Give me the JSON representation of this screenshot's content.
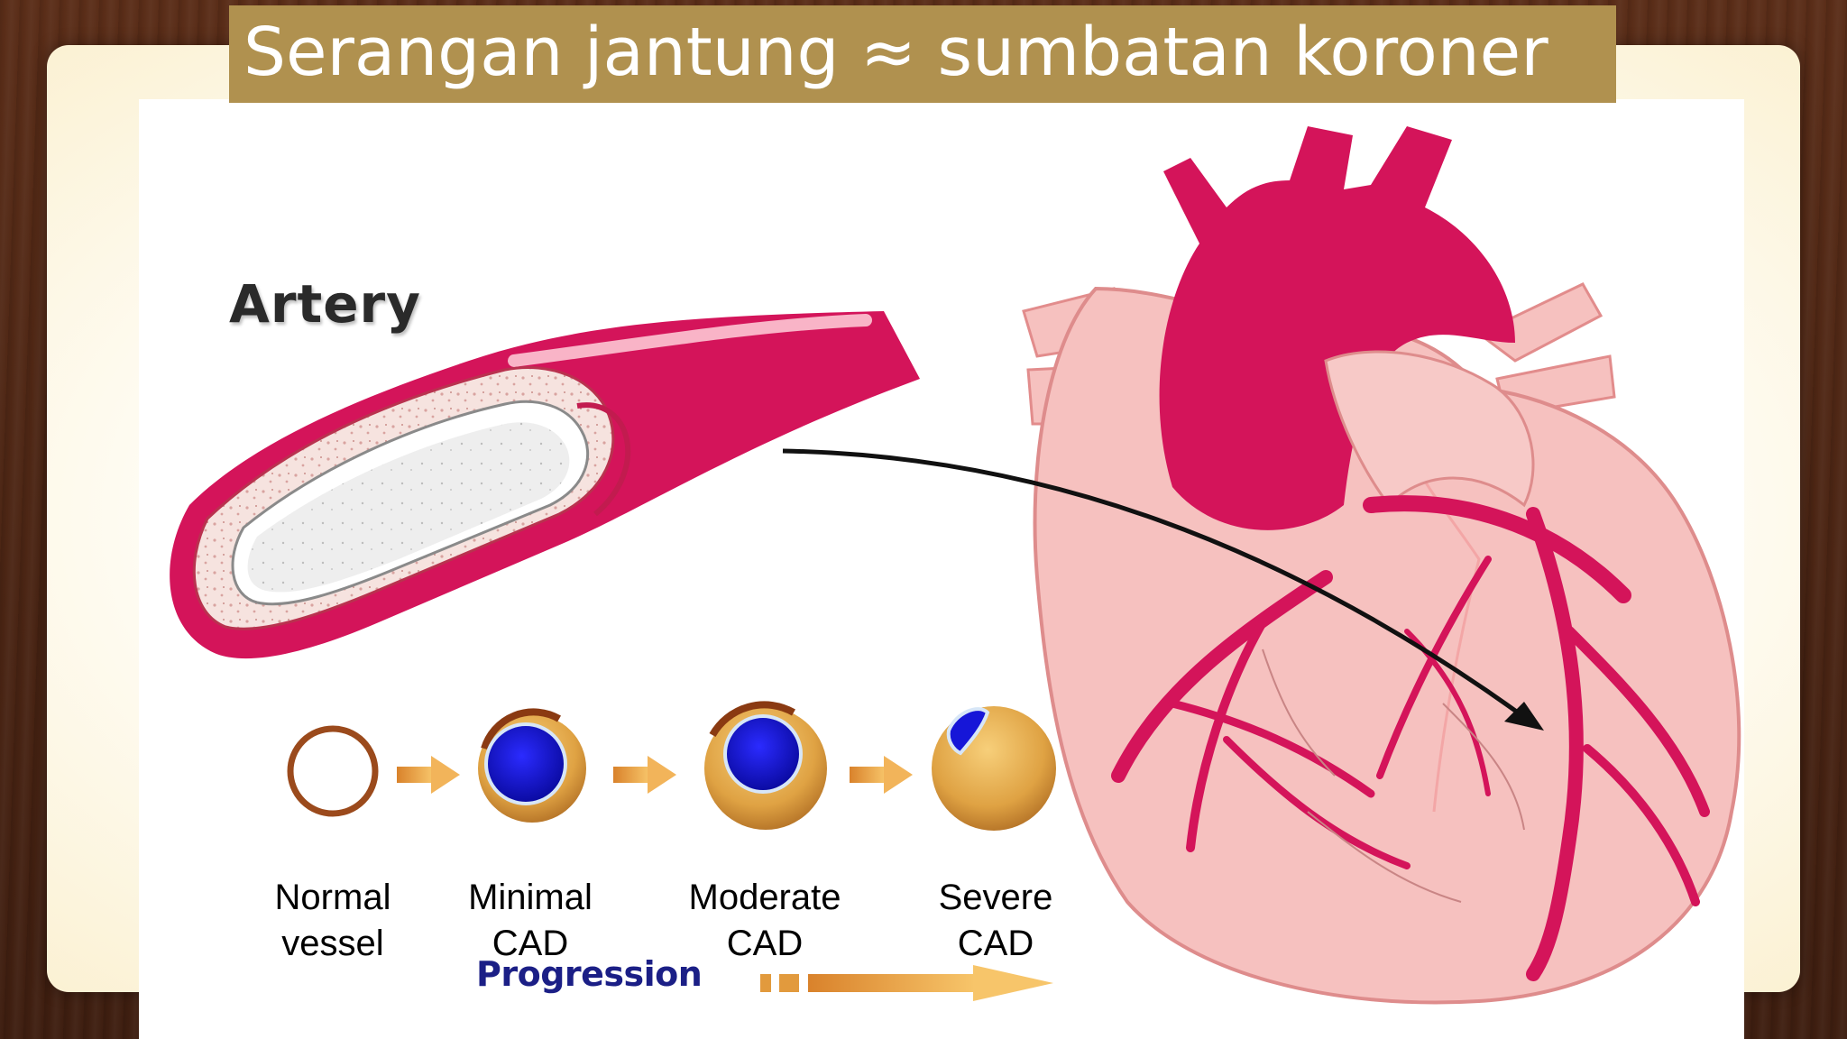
{
  "slide": {
    "title": "Serangan jantung ≈ sumbatan koroner"
  },
  "diagram": {
    "artery_label": "Artery",
    "stages": [
      {
        "line1": "Normal",
        "line2": "vessel"
      },
      {
        "line1": "Minimal",
        "line2": "CAD"
      },
      {
        "line1": "Moderate",
        "line2": "CAD"
      },
      {
        "line1": "Severe",
        "line2": "CAD"
      }
    ],
    "progression_label": "Progression"
  },
  "colors": {
    "title_bar": "#b0914f",
    "artery_red": "#d4145a",
    "heart_pink": "#f6c1bf",
    "plaque_gold": "#e2a744",
    "lumen_blue": "#1010d8",
    "progression_blue": "#1b1f86"
  }
}
